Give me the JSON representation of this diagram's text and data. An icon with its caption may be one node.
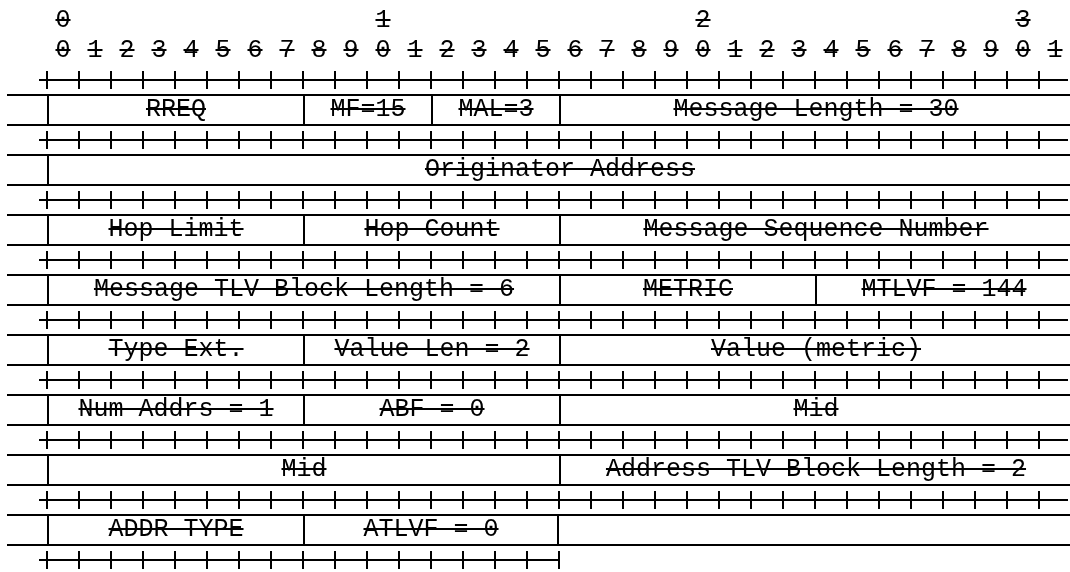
{
  "diagram": {
    "nodes": [
      {
        "text": [
          "RREQ"
        ]
      },
      {
        "text": [
          "MF=15"
        ]
      },
      {
        "text": [
          "MAL=3"
        ]
      },
      {
        "text": [
          "Message Length = 30"
        ]
      },
      {
        "text": [
          "Originator Address"
        ]
      },
      {
        "text": [
          "Hop Limit"
        ]
      },
      {
        "text": [
          "Hop Count"
        ]
      },
      {
        "text": [
          "Message Sequence Number"
        ]
      },
      {
        "text": [
          "Message TLV Block Length = 6"
        ]
      },
      {
        "text": [
          "METRIC"
        ]
      },
      {
        "text": [
          "MTLVF = 144"
        ]
      },
      {
        "text": [
          "Type Ext."
        ]
      },
      {
        "text": [
          "Value Len = 2"
        ]
      },
      {
        "text": [
          "Value (metric)"
        ]
      },
      {
        "text": [
          "Num Addrs = 1"
        ]
      },
      {
        "text": [
          "ABF = 0"
        ]
      },
      {
        "text": [
          "Mid"
        ]
      },
      {
        "text": [
          "Mid"
        ]
      },
      {
        "text": [
          "Address TLV Block Length = 2"
        ]
      },
      {
        "text": [
          "ADDR-TYPE"
        ]
      },
      {
        "text": [
          "ATLVF = 0"
        ]
      }
    ],
    "labels": [
      "0",
      "1",
      "2",
      "3",
      "0",
      "1",
      "2",
      "3",
      "4",
      "5",
      "6",
      "7",
      "8",
      "9",
      "0",
      "1",
      "2",
      "3",
      "4",
      "5",
      "6",
      "7",
      "8",
      "9",
      "0",
      "1",
      "2",
      "3",
      "4",
      "5",
      "6",
      "7",
      "8",
      "9",
      "0",
      "1"
    ]
  }
}
